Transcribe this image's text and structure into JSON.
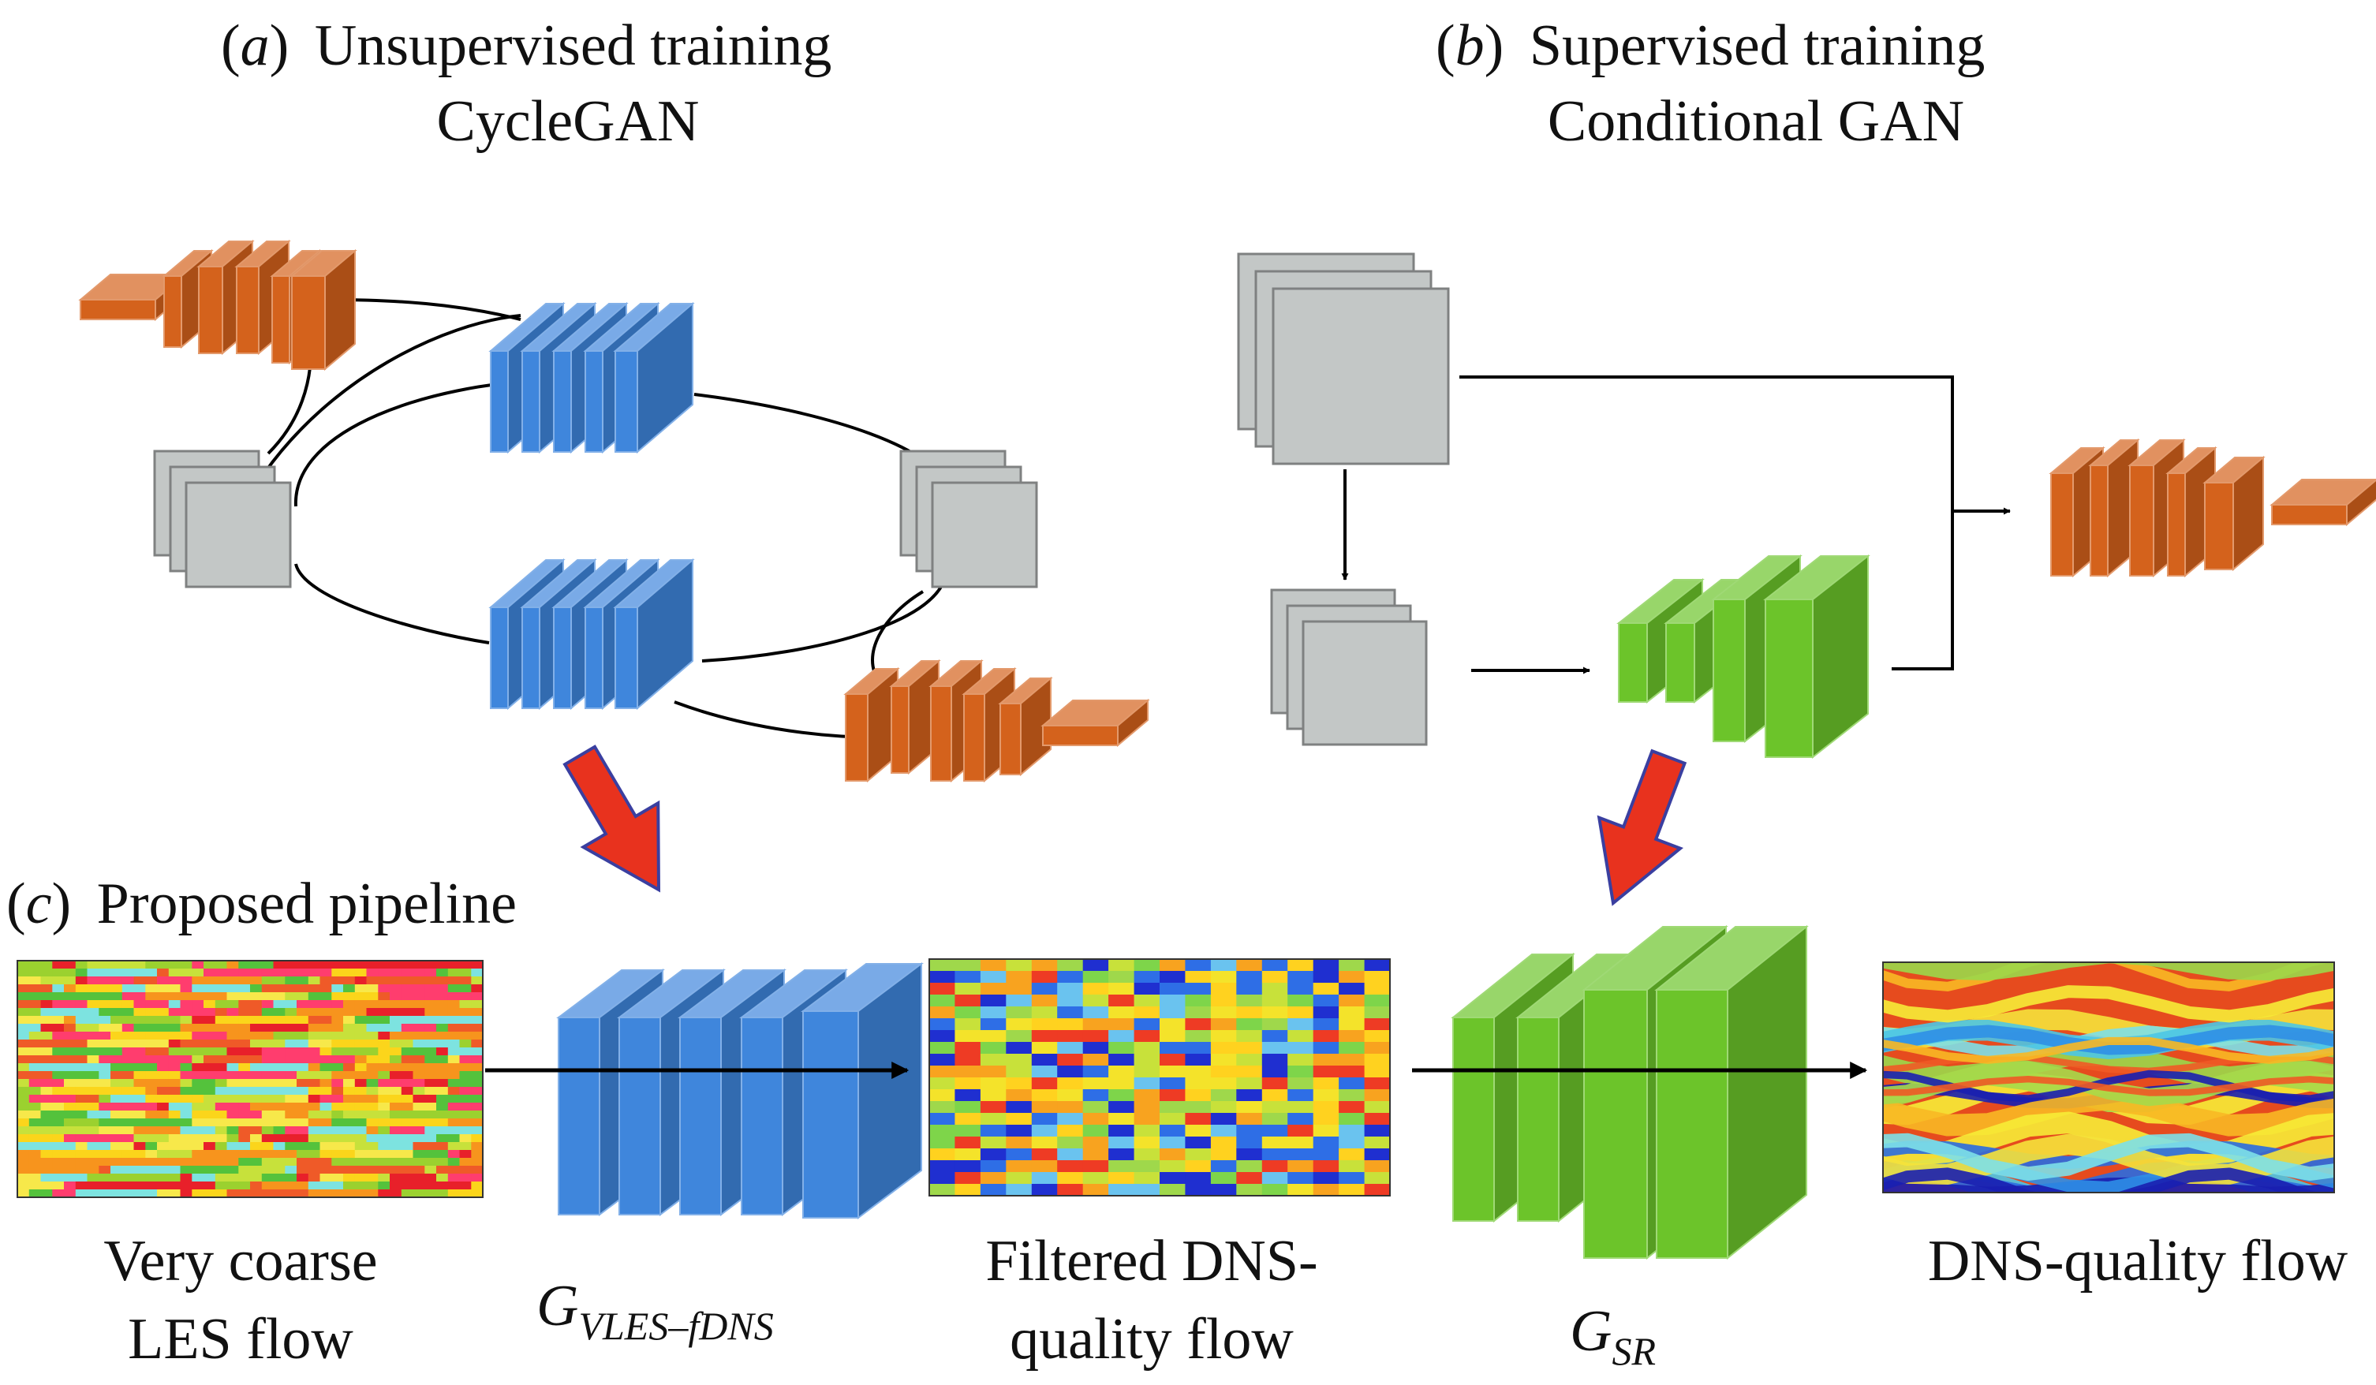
{
  "panel_a": {
    "label": "a",
    "title_line1": "Unsupervised training",
    "title_line2": "CycleGAN"
  },
  "panel_b": {
    "label": "b",
    "title_line1": "Supervised training",
    "title_line2": "Conditional GAN"
  },
  "panel_c": {
    "label": "c",
    "title": "Proposed pipeline",
    "input_caption_line1": "Very coarse",
    "input_caption_line2": "LES flow",
    "gen1_symbol": "G",
    "gen1_subscript": "VLES–fDNS",
    "mid_caption_line1": "Filtered DNS-",
    "mid_caption_line2": "quality flow",
    "gen2_symbol": "G",
    "gen2_subscript": "SR",
    "output_caption": "DNS-quality flow"
  },
  "colors": {
    "generator_cyclegan": "#3f86dc",
    "generator_sr": "#6cc42a",
    "discriminator": "#d4621c",
    "data_sample": "#c3c7c6",
    "highlight_arrow": "#e8321e",
    "arrow": "#000000"
  }
}
